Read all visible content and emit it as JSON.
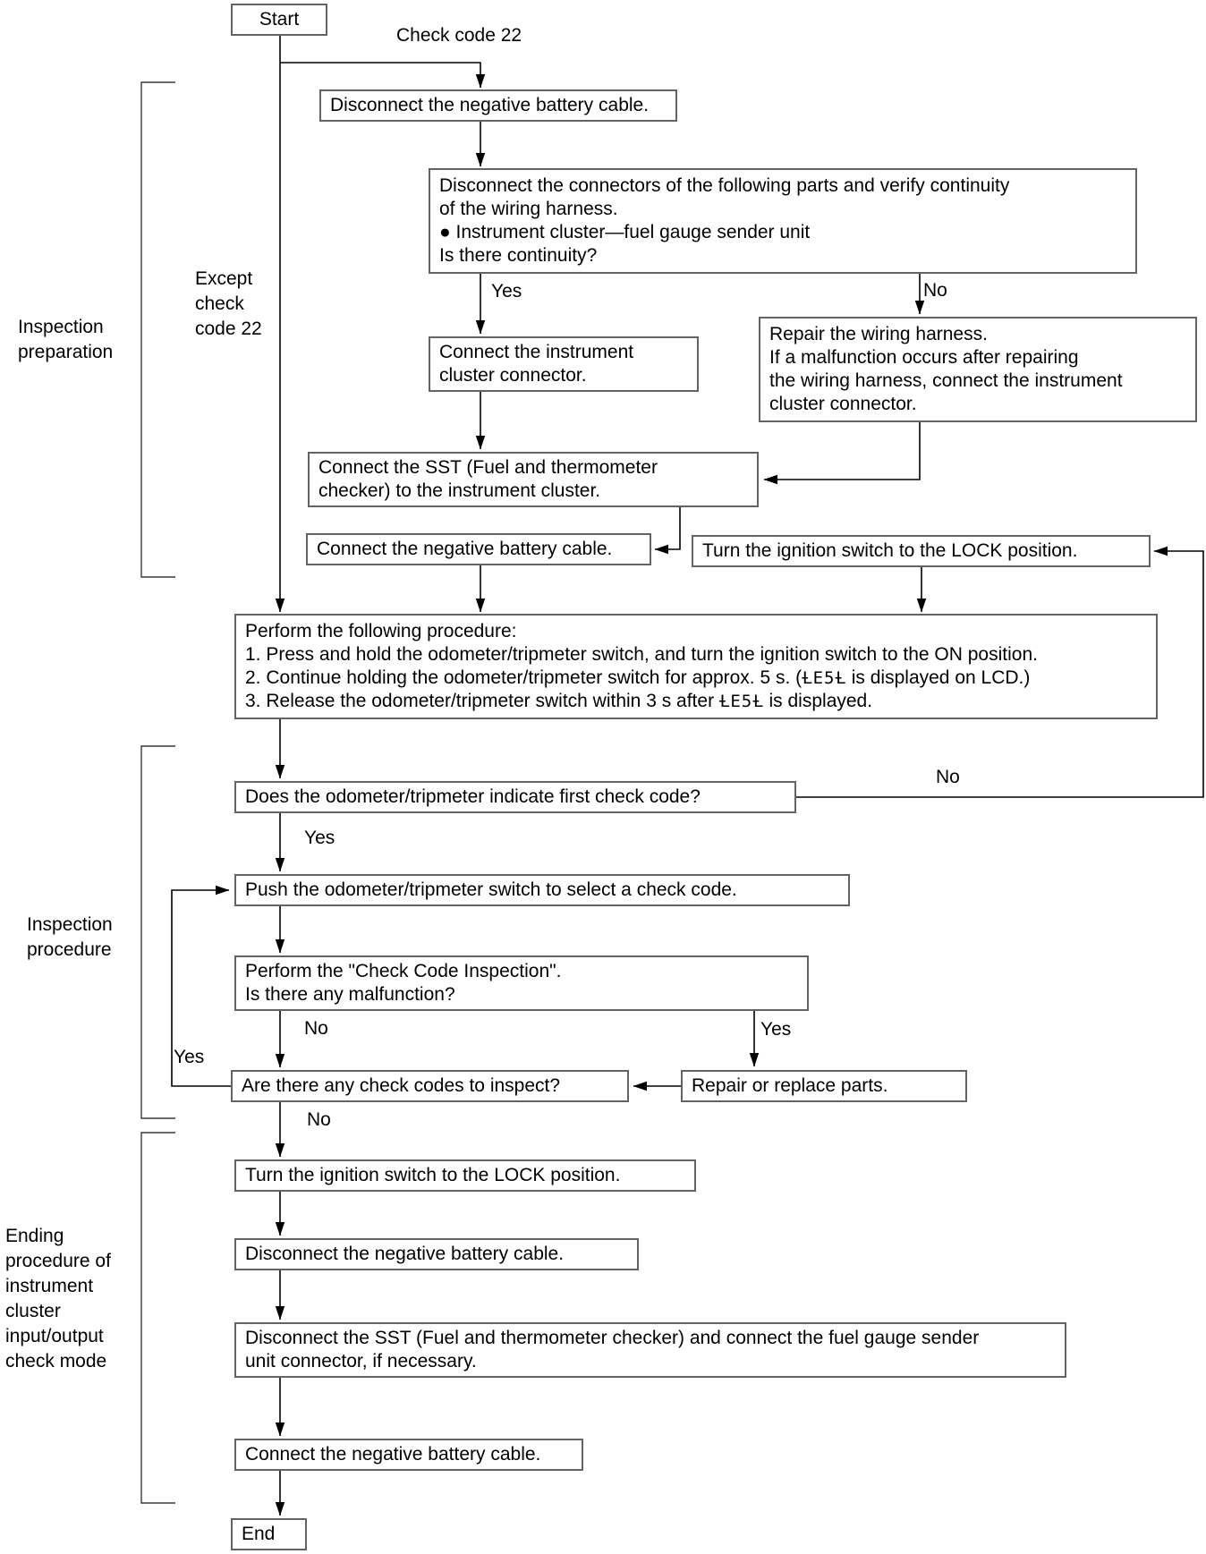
{
  "colors": {
    "background": "#ffffff",
    "line": "#000000",
    "box_border": "#636363",
    "text": "#000000"
  },
  "terminals": {
    "start": "Start",
    "end": "End"
  },
  "labels": {
    "yes": "Yes",
    "no": "No",
    "check_code_22": "Check code 22"
  },
  "sections": [
    {
      "name": "inspection-preparation",
      "lines": [
        "Inspection",
        "preparation"
      ]
    },
    {
      "name": "except-check-code-22",
      "lines": [
        "Except",
        "check",
        "code 22"
      ]
    },
    {
      "name": "inspection-procedure",
      "lines": [
        "Inspection",
        "procedure"
      ]
    },
    {
      "name": "ending-procedure",
      "lines": [
        "Ending",
        "procedure of",
        "instrument",
        "cluster",
        "input/output",
        "check mode"
      ]
    }
  ],
  "nodes": {
    "disconnect_battery_top": {
      "lines": [
        "Disconnect the negative battery cable."
      ]
    },
    "verify_continuity": {
      "lines": [
        "Disconnect the connectors of the following parts and verify continuity",
        "of the wiring harness.",
        "● Instrument cluster—fuel gauge sender unit",
        "Is there continuity?"
      ]
    },
    "connect_cluster_connector": {
      "lines": [
        "Connect the instrument",
        "cluster connector."
      ]
    },
    "repair_wiring_harness": {
      "lines": [
        "Repair the wiring harness.",
        "If a malfunction occurs after repairing",
        "the wiring harness, connect the instrument",
        "cluster connector."
      ]
    },
    "connect_sst": {
      "lines": [
        "Connect the SST (Fuel and thermometer",
        "checker) to the instrument cluster."
      ]
    },
    "connect_battery_mid": {
      "lines": [
        "Connect the negative battery cable."
      ]
    },
    "ignition_lock_top": {
      "lines": [
        "Turn the ignition switch to the LOCK position."
      ]
    },
    "perform_procedure": {
      "title": "Perform the following procedure:",
      "step1": "1. Press and hold the odometer/tripmeter switch, and turn the ignition switch to the ON position.",
      "step2_pre": "2. Continue holding the odometer/tripmeter switch for approx. 5 s. (",
      "step2_post": " is displayed on LCD.)",
      "step3_pre": "3. Release the odometer/tripmeter switch within 3 s after ",
      "step3_post": " is displayed.",
      "lcd_text": "ȽE5Ƚ"
    },
    "first_check_code_question": {
      "lines": [
        "Does the odometer/tripmeter indicate first check code?"
      ]
    },
    "select_check_code": {
      "lines": [
        "Push the odometer/tripmeter switch to select a check code."
      ]
    },
    "check_code_inspection": {
      "lines": [
        "Perform the \"Check Code Inspection\".",
        "Is there any malfunction?"
      ]
    },
    "codes_to_inspect_question": {
      "lines": [
        "Are there any check codes to inspect?"
      ]
    },
    "repair_or_replace": {
      "lines": [
        "Repair or replace parts."
      ]
    },
    "ignition_lock_bottom": {
      "lines": [
        "Turn the ignition switch to the LOCK position."
      ]
    },
    "disconnect_battery_bottom": {
      "lines": [
        "Disconnect the negative battery cable."
      ]
    },
    "disconnect_sst": {
      "lines": [
        "Disconnect the SST (Fuel and thermometer checker) and connect the fuel gauge sender",
        "unit connector, if necessary."
      ]
    },
    "connect_battery_bottom": {
      "lines": [
        "Connect the negative battery cable."
      ]
    }
  }
}
